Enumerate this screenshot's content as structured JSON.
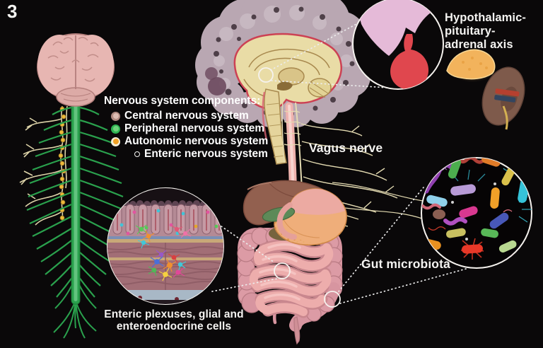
{
  "figure": {
    "number": "3"
  },
  "legend": {
    "title": "Nervous system components:",
    "items": [
      {
        "label": "Central nervous system",
        "dot_outer": "#b08a80",
        "dot_inner": "#dcbcb2",
        "style": "filled"
      },
      {
        "label": "Peripheral nervous system",
        "dot_outer": "#2eb352",
        "dot_inner": "#6fd27c",
        "style": "filled"
      },
      {
        "label": "Autonomic nervous system",
        "dot_outer": "#f2edd8",
        "dot_inner": "#f0a125",
        "style": "filled"
      },
      {
        "label": "Enteric nervous system",
        "style": "hollow"
      }
    ]
  },
  "callouts": {
    "hpa_axis": "Hypothalamic-\npituitary-\nadrenal axis",
    "vagus_nerve": "Vagus nerve",
    "gut_microbiota": "Gut microbiota",
    "enteric_cells": "Enteric plexuses, glial and\nenteroendocrine cells"
  },
  "colors": {
    "background": "#0a0809",
    "text": "#ffffff",
    "central_nervous_pink": "#e7b6b2",
    "peripheral_nervous_green": "#2aa14d",
    "autonomic_nervous_yellow": "#edb93a",
    "pituitary_red": "#e0474e",
    "hypothalamus_pink": "#e5bad8",
    "adrenal_orange": "#f2b35c"
  }
}
